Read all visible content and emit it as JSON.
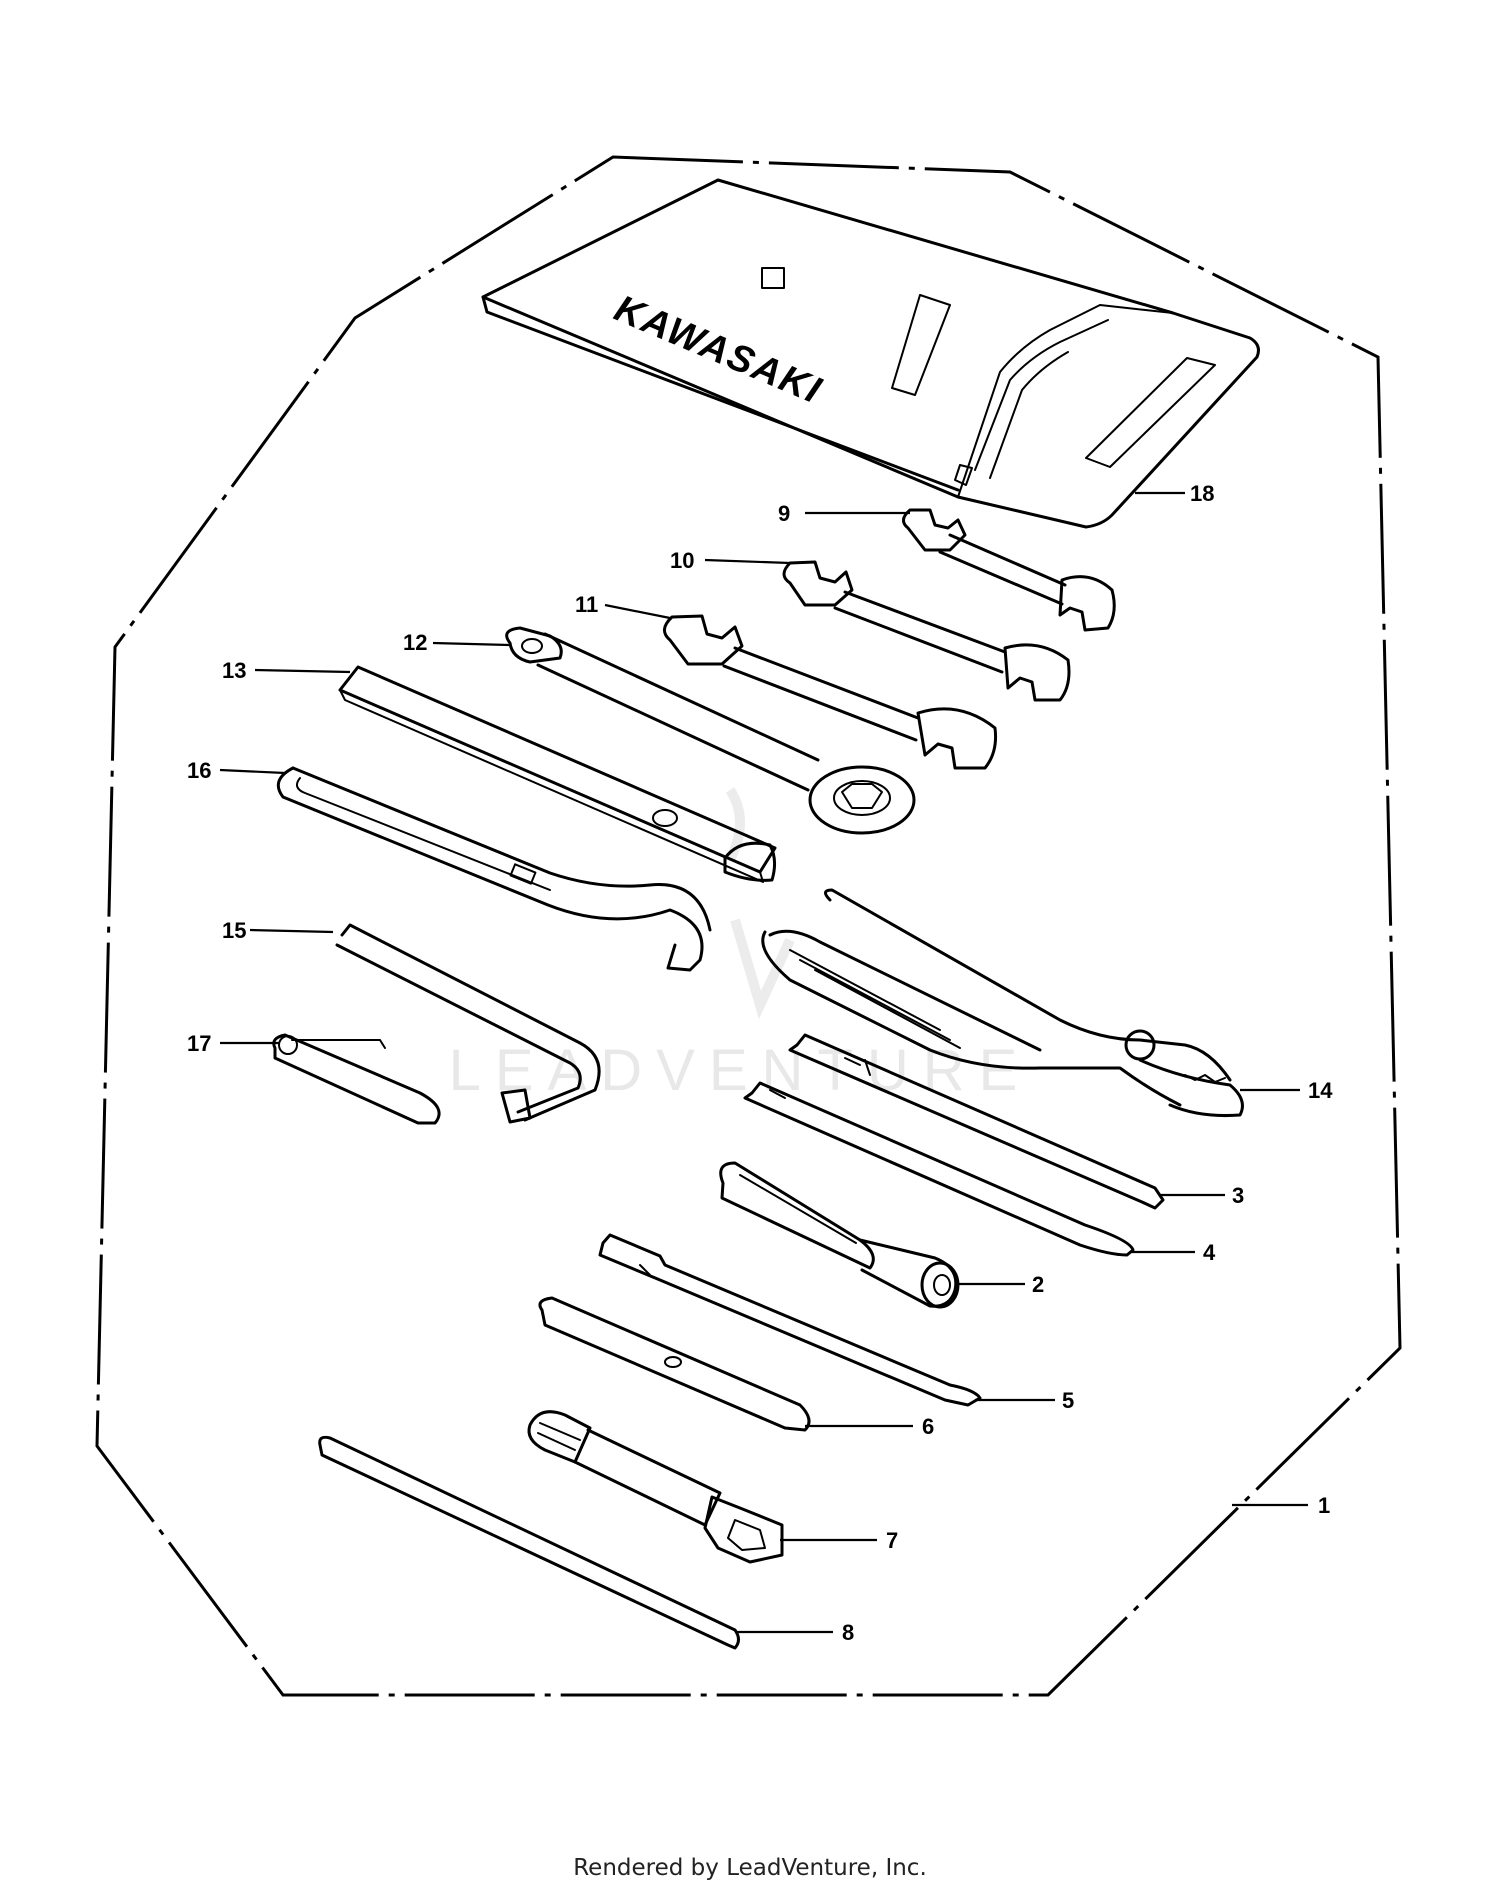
{
  "diagram": {
    "brand_text": "KAWASAKI",
    "watermark": "LEADVENTURE",
    "callouts": {
      "c1": "1",
      "c2": "2",
      "c3": "3",
      "c4": "4",
      "c5": "5",
      "c6": "6",
      "c7": "7",
      "c8": "8",
      "c9": "9",
      "c10": "10",
      "c11": "11",
      "c12": "12",
      "c13": "13",
      "c14": "14",
      "c15": "15",
      "c16": "16",
      "c17": "17",
      "c18": "18"
    }
  },
  "footer": {
    "credit": "Rendered by LeadVenture, Inc."
  }
}
